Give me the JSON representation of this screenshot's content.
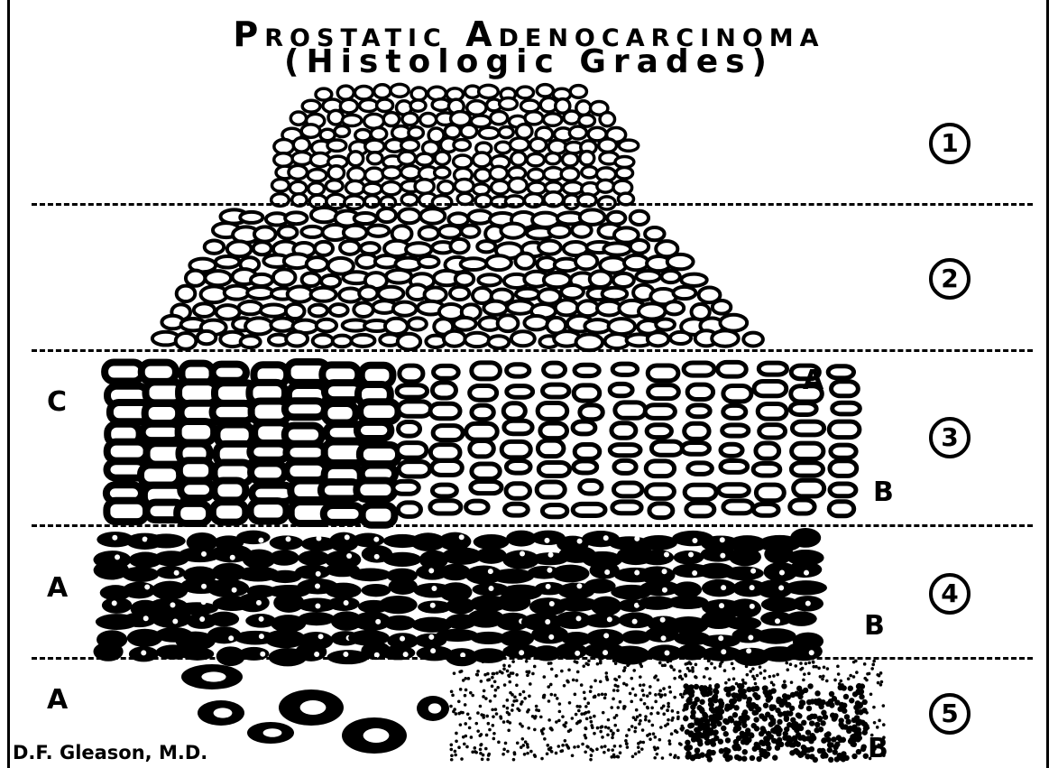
{
  "title": "Prostatic Adenocarcinoma",
  "subtitle": "(Histologic Grades)",
  "grades": [
    "1",
    "2",
    "3",
    "4",
    "5"
  ],
  "pattern_labels": {
    "g3_a": "A",
    "g3_b": "B",
    "g3_c": "C",
    "g4_a": "A",
    "g4_b": "B",
    "g5_a": "A",
    "g5_b": "B"
  },
  "credit": "D.F. Gleason, M.D."
}
